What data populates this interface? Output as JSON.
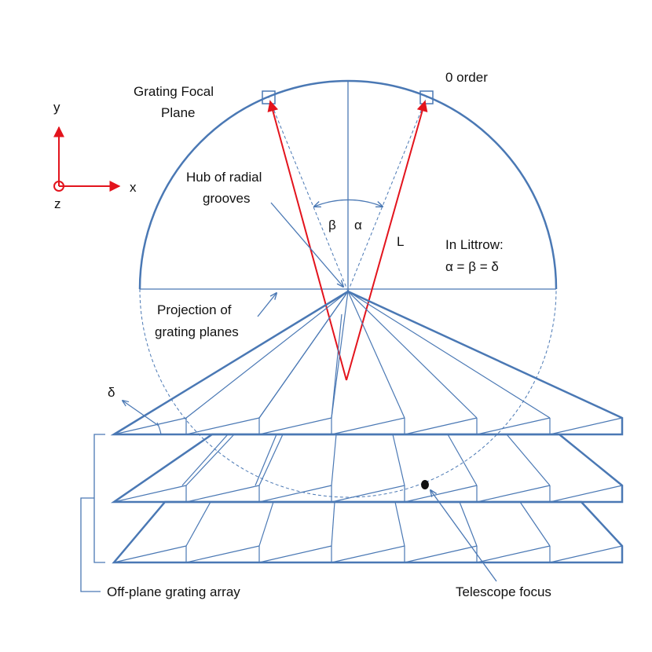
{
  "labels": {
    "grating_focal_plane_line1": "Grating Focal",
    "grating_focal_plane_line2": "Plane",
    "zero_order": "0 order",
    "hub_line1": "Hub of radial",
    "hub_line2": "grooves",
    "beta": "β",
    "alpha": "α",
    "L": "L",
    "littrow_line1": "In Littrow:",
    "littrow_line2": "α = β = δ",
    "projection_line1": "Projection of",
    "projection_line2": "grating planes",
    "delta": "δ",
    "off_plane_array": "Off-plane grating array",
    "telescope_focus": "Telescope focus"
  },
  "axes": {
    "x": "x",
    "y": "y",
    "z": "z"
  },
  "colors": {
    "structure": "#4a78b4",
    "rays": "#e3141d",
    "text": "#111111"
  }
}
